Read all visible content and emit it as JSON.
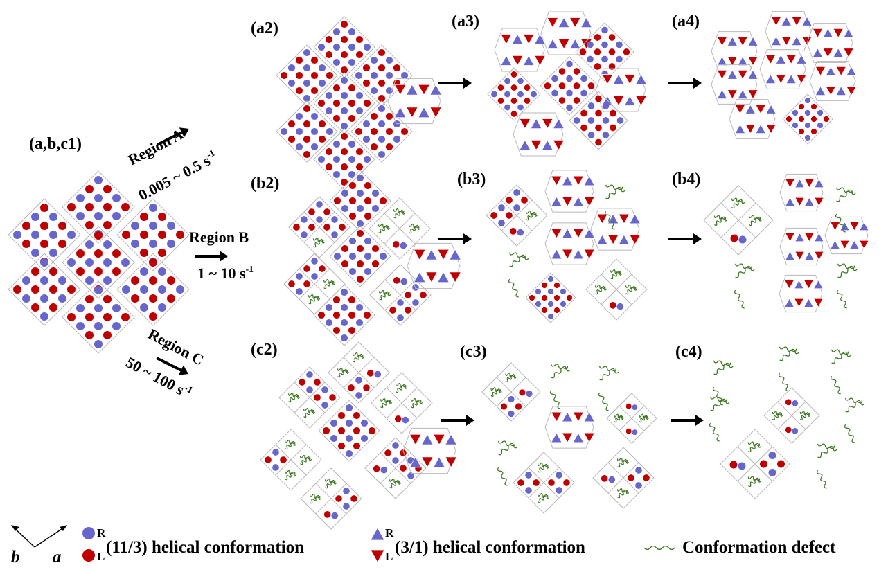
{
  "colors": {
    "R": "#6666cc",
    "L": "#c00000",
    "defect": "#3f7a24",
    "box": "#b8b8b8"
  },
  "panels": {
    "start": "(a,b,c1)",
    "a2": "(a2)",
    "a3": "(a3)",
    "a4": "(a4)",
    "b2": "(b2)",
    "b3": "(b3)",
    "b4": "(b4)",
    "c2": "(c2)",
    "c3": "(c3)",
    "c4": "(c4)"
  },
  "regions": {
    "A": {
      "name": "Region A",
      "rate_base": "0.005 ~ 0.5 s",
      "rate_exp": "-1"
    },
    "B": {
      "name": "Region B",
      "rate_base": "1 ~ 10 s",
      "rate_exp": "-1"
    },
    "C": {
      "name": "Region C",
      "rate_base": "50 ~ 100 s",
      "rate_exp": "-1"
    }
  },
  "legend": {
    "axis_b": "b",
    "axis_a": "a",
    "circle_R": "R",
    "circle_L": "L",
    "circle_text": "(11/3) helical conformation",
    "triangle_R": "R",
    "triangle_L": "L",
    "triangle_text": "(3/1) helical conformation",
    "defect_text": "Conformation defect"
  }
}
